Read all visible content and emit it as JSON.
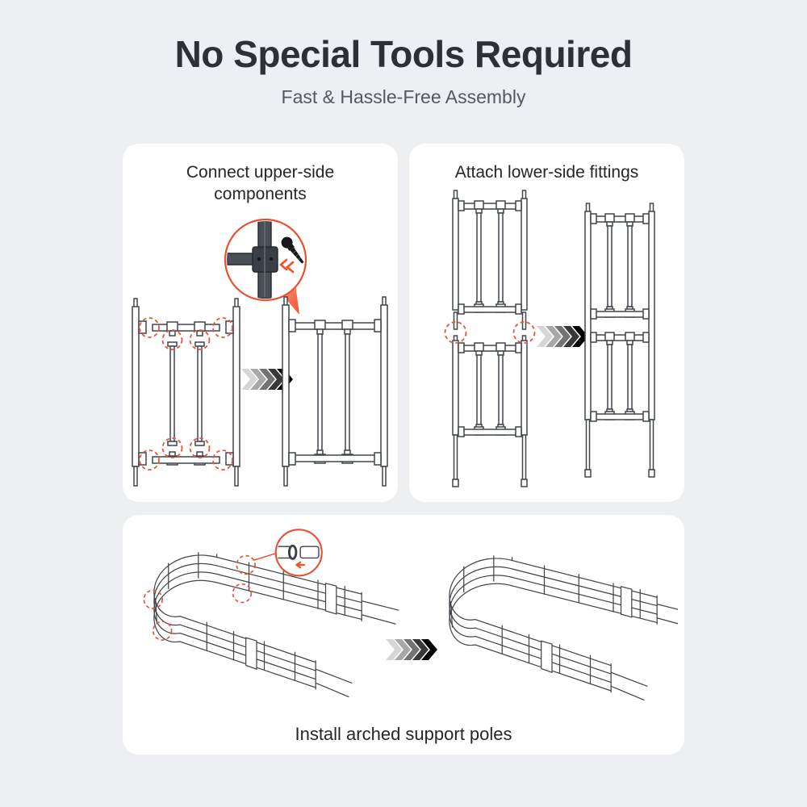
{
  "header": {
    "title": "No Special Tools Required",
    "subtitle": "Fast & Hassle-Free Assembly"
  },
  "steps": [
    {
      "caption": "Connect upper-side components"
    },
    {
      "caption": "Attach lower-side fittings"
    },
    {
      "caption": "Install arched support poles"
    }
  ],
  "icons": {
    "progress": "triple-chevron-right-icon",
    "highlight": "dashed-circle-highlight-icon",
    "step1_detail": "thumbscrew-connector-icon",
    "step3_detail": "pipe-insert-icon"
  },
  "colors": {
    "background": "#edeff3",
    "panel": "#ffffff",
    "accent_orange": "#f2512b",
    "highlight_circle": "#e8553a",
    "magnifier_ring": "#ea5030",
    "line_art": "#41454c",
    "title_text": "#2d3036",
    "subtitle_text": "#55585e",
    "caption_text": "#23262b",
    "connector_dark": "#4a4e56"
  }
}
